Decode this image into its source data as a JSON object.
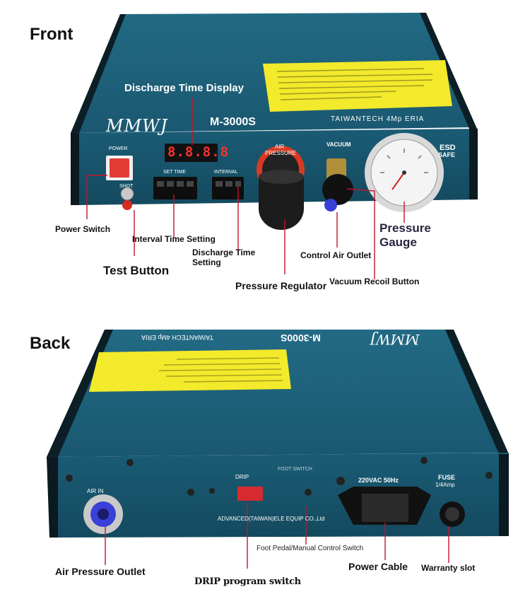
{
  "sections": {
    "front": "Front",
    "back": "Back"
  },
  "front": {
    "brand": "MMWJ",
    "model": "M-3000S",
    "maker": "TAIWANTECH 4Mp ERIA",
    "display_digits": "8.8.8.8",
    "panel": {
      "power": "POWER",
      "shot": "SHOT",
      "set_time": "SET TIME",
      "interval": "INTERVAL",
      "air_pressure_1": "AIR",
      "air_pressure_2": "PRESSURE",
      "vacuum": "VACUUM",
      "esd_1": "ESD",
      "esd_2": "SAFE"
    },
    "labels": {
      "discharge_display": "Discharge Time Display",
      "power_switch": "Power Switch",
      "interval_setting": "Interval Time Setting",
      "discharge_setting_1": "Discharge Time",
      "discharge_setting_2": "Setting",
      "test_button": "Test Button",
      "pressure_regulator": "Pressure Regulator",
      "control_air_outlet": "Control Air Outlet",
      "vacuum_recoil": "Vacuum Recoil Button",
      "pressure_gauge_1": "Pressure",
      "pressure_gauge_2": "Gauge"
    }
  },
  "back": {
    "brand": "MMWJ",
    "model": "M-3000S",
    "maker": "TAIWANTECH 4Mp ERIA",
    "panel": {
      "air_in": "AIR IN",
      "drip": "DRIP",
      "foot_switch": "FOOT SWITCH",
      "voltage": "220VAC 50Hz",
      "fuse_1": "FUSE",
      "fuse_2": "1/4Amp",
      "company": "ADVANCED(TAIWAN)ELE EQUIP CO.,Ltd"
    },
    "labels": {
      "air_pressure_outlet": "Air Pressure Outlet",
      "drip_switch": "DRIP program switch",
      "foot_pedal": "Foot Pedal/Manual Control Switch",
      "power_cable": "Power Cable",
      "warranty_slot": "Warranty slot"
    }
  },
  "colors": {
    "body_teal": "#1d5d74",
    "body_dark": "#134456",
    "warning_yellow": "#f2ea2a",
    "power_red": "#e23b35",
    "led_red": "#ff3030"
  }
}
